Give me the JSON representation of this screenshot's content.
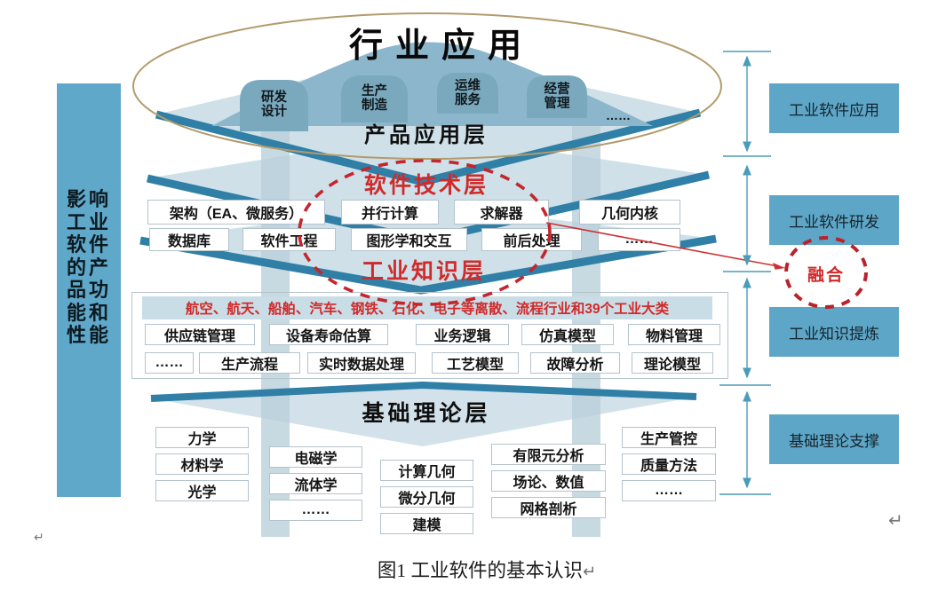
{
  "figure": {
    "title": "行业应用",
    "caption": "图1  工业软件的基本认识",
    "return_mark": "↵"
  },
  "domes": [
    "研发\n设计",
    "生产\n制造",
    "运维\n服务",
    "经营\n管理"
  ],
  "domes_more": "……",
  "left_bar": {
    "text": "影响\n工业\n软件\n的产\n品功\n能和\n性能"
  },
  "layers": {
    "product": {
      "label": "产品应用层"
    },
    "tech": {
      "label": "软件技术层",
      "row1": [
        "架构（EA、微服务）",
        "并行计算",
        "求解器",
        "几何内核"
      ],
      "row2": [
        "数据库",
        "软件工程",
        "图形学和交互",
        "前后处理",
        "……"
      ]
    },
    "knowledge": {
      "label": "工业知识层",
      "banner": "航空、航天、船舶、汽车、钢铁、石化、电子等离散、流程行业和39个工业大类",
      "row1": [
        "供应链管理",
        "设备寿命估算",
        "业务逻辑",
        "仿真模型",
        "物料管理"
      ],
      "row2": [
        "……",
        "生产流程",
        "实时数据处理",
        "工艺模型",
        "故障分析",
        "理论模型"
      ]
    },
    "theory": {
      "label": "基础理论层",
      "col1": [
        "力学",
        "材料学",
        "光学"
      ],
      "col2": [
        "电磁学",
        "流体学",
        "……"
      ],
      "col3": [
        "计算几何",
        "微分几何",
        "建模"
      ],
      "col4": [
        "有限元分析",
        "场论、数值",
        "网格剖析"
      ],
      "col5": [
        "生产管控",
        "质量方法",
        "……"
      ]
    }
  },
  "right_labels": [
    "工业软件应用",
    "工业软件研发",
    "工业知识提炼",
    "基础理论支撑"
  ],
  "fusion_label": "融合",
  "colors": {
    "plate_fill": "#cfe0e9",
    "plate_edge": "#2f7fa6",
    "mountain": "#8cb6cb",
    "dome": "#7aa8bd",
    "pillar": "#b9d0da",
    "side_bar_blue": "#60a8ca",
    "right_box_blue": "#5da6c7",
    "banner_bg": "#c9dde7",
    "red_accent": "#d02a2a",
    "tan_ellipse": "#b39b6d",
    "dim_arrow_teal": "#4a9cb8"
  }
}
